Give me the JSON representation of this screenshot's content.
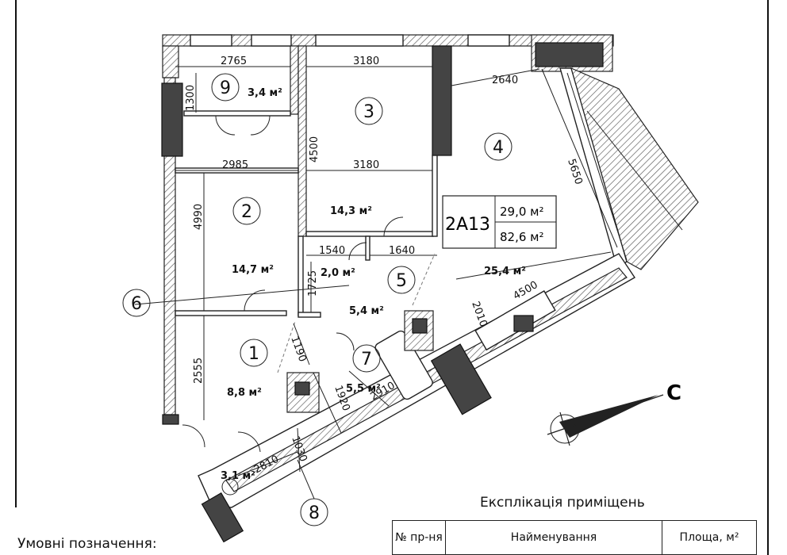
{
  "plan": {
    "apartment_code": "2A13",
    "living_area": "29,0 м²",
    "total_area": "82,6 м²",
    "compass_letter": "С",
    "rooms": [
      {
        "num": "1",
        "area": "8,8 м²"
      },
      {
        "num": "2",
        "area": "14,7 м²"
      },
      {
        "num": "3",
        "area": "14,3 м²"
      },
      {
        "num": "4",
        "area": "25,4 м²"
      },
      {
        "num": "5",
        "area": "5,4 м²"
      },
      {
        "num": "6",
        "area": "2,0 м²"
      },
      {
        "num": "7",
        "area": "5,5 м²"
      },
      {
        "num": "8",
        "area": "3,1 м²"
      },
      {
        "num": "9",
        "area": "3,4 м²"
      }
    ],
    "dimensions": [
      "2765",
      "3180",
      "1300",
      "2640",
      "4500",
      "5650",
      "2985",
      "3180",
      "4990",
      "1540",
      "1640",
      "1725",
      "4500",
      "2010",
      "1190",
      "2555",
      "1920",
      "2910",
      "1030",
      "2810"
    ]
  },
  "legend": {
    "title": "Умовні позначення:"
  },
  "explication": {
    "title": "Експлікація приміщень",
    "headers": [
      "№ пр-ня",
      "Найменування",
      "Площа, м²"
    ]
  },
  "colors": {
    "wall_fill": "#444444",
    "line": "#222222"
  }
}
